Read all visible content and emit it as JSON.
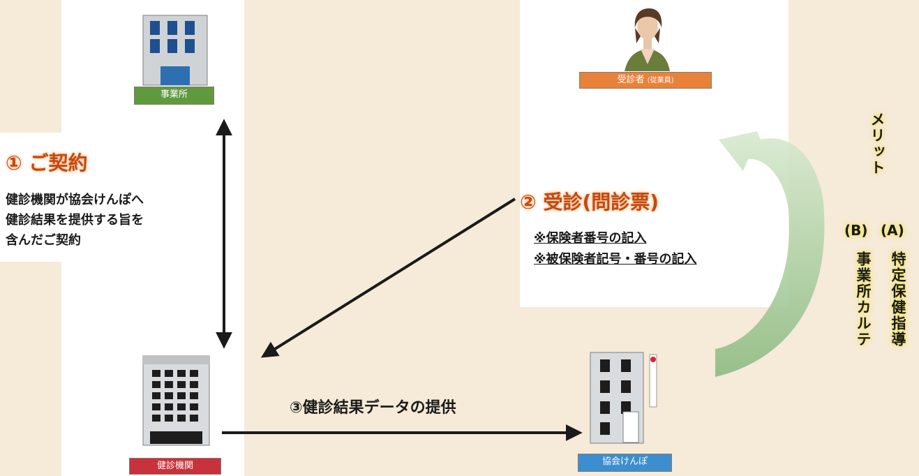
{
  "nodes": {
    "jigyosho": "事業所",
    "jushinsha": "受診者",
    "jushinsha_note": "(従業員)",
    "kenshin_kikan": "健診機関",
    "kyokai": "協会けんぽ"
  },
  "steps": {
    "step1": {
      "title": "① ご契約",
      "lines": [
        "健診機関が協会けんぽへ",
        "健診結果を提供する旨を",
        "含んだご契約"
      ]
    },
    "step2": {
      "title": "② 受診(問診票)",
      "lines": [
        "※保険者番号の記入",
        "※被保険者記号・番号の記入"
      ]
    },
    "step3": {
      "title": "③健診結果データの提供"
    }
  },
  "merit": {
    "title": "メリット",
    "a_label": "(A)",
    "a_text": "特定保健指導",
    "b_label": "(B)",
    "b_text": "事業所カルテ"
  },
  "colors": {
    "jigyosho_label": "#5f9a3f",
    "jushinsha_label": "#e8823a",
    "kenshin_label": "#c8323c",
    "kyokai_label": "#3b8fd0",
    "step_title": "#c24a10",
    "arrow": "#1a1a1a",
    "merit_arrow": "#a9c99a"
  }
}
